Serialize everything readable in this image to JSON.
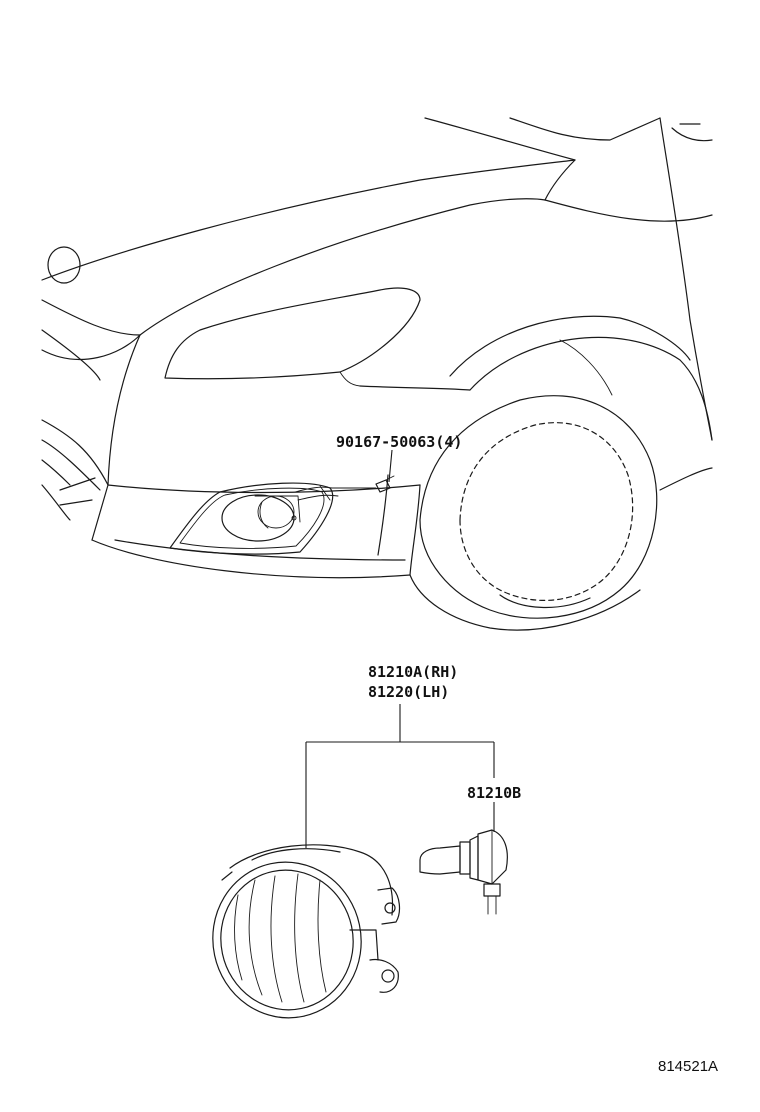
{
  "callouts": {
    "bolt": "90167-50063(4)",
    "fog_lamp_rh": "81210A(RH)",
    "fog_lamp_lh": "81220(LH)",
    "bulb": "81210B"
  },
  "reference_code": "814521A",
  "colors": {
    "line": "#1a1a1a",
    "background": "#ffffff"
  }
}
